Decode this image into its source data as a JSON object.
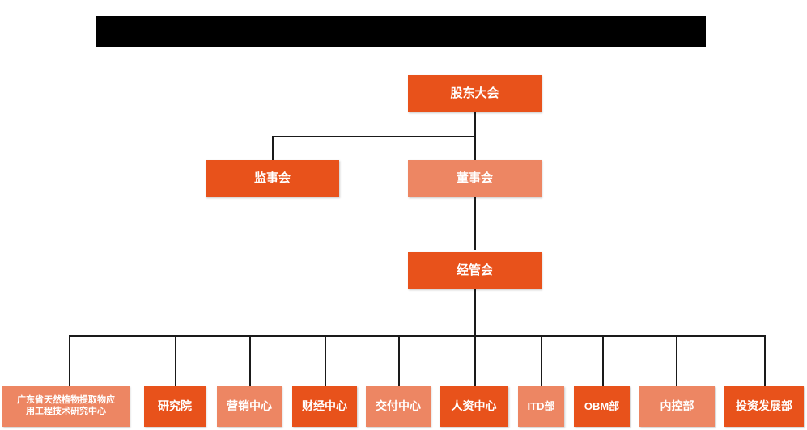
{
  "chart_data": {
    "type": "diagram",
    "diagram_type": "organization-chart",
    "title": "",
    "title_redacted": true,
    "colors": {
      "background": "#FFFFFF",
      "accent_dark_orange": "#E8521B",
      "accent_light_orange": "#ED8663",
      "connector_line": "#1A1A1A",
      "redaction_bar": "#000000",
      "node_text": "#FFFFFF"
    },
    "nodes": [
      {
        "id": "n1",
        "label": "股东大会",
        "level": 1,
        "shade": "dark",
        "parent": null
      },
      {
        "id": "n2",
        "label": "监事会",
        "level": 2,
        "shade": "dark",
        "parent": "n1"
      },
      {
        "id": "n3",
        "label": "董事会",
        "level": 2,
        "shade": "light",
        "parent": "n1"
      },
      {
        "id": "n4",
        "label": "经管会",
        "level": 3,
        "shade": "dark",
        "parent": "n3"
      },
      {
        "id": "n5",
        "label": "广东省天然植物提取物应用工程技术研究中心",
        "level": 4,
        "shade": "light",
        "parent": "n4"
      },
      {
        "id": "n6",
        "label": "研究院",
        "level": 4,
        "shade": "dark",
        "parent": "n4"
      },
      {
        "id": "n7",
        "label": "营销中心",
        "level": 4,
        "shade": "light",
        "parent": "n4"
      },
      {
        "id": "n8",
        "label": "财经中心",
        "level": 4,
        "shade": "dark",
        "parent": "n4"
      },
      {
        "id": "n9",
        "label": "交付中心",
        "level": 4,
        "shade": "light",
        "parent": "n4"
      },
      {
        "id": "n10",
        "label": "人资中心",
        "level": 4,
        "shade": "dark",
        "parent": "n4"
      },
      {
        "id": "n11",
        "label": "ITD部",
        "level": 4,
        "shade": "light",
        "parent": "n4"
      },
      {
        "id": "n12",
        "label": "OBM部",
        "level": 4,
        "shade": "dark",
        "parent": "n4"
      },
      {
        "id": "n13",
        "label": "内控部",
        "level": 4,
        "shade": "light",
        "parent": "n4"
      },
      {
        "id": "n14",
        "label": "投资发展部",
        "level": 4,
        "shade": "dark",
        "parent": "n4"
      }
    ]
  },
  "banner": {
    "text": ""
  },
  "nodes": {
    "shareholders_meeting": "股东大会",
    "board_of_supervisors": "监事会",
    "board_of_directors": "董事会",
    "management_committee": "经管会",
    "research_center_line1": "广东省天然植物提取物应",
    "research_center_line2": "用工程技术研究中心",
    "research_institute": "研究院",
    "marketing_center": "营销中心",
    "finance_center": "财经中心",
    "delivery_center": "交付中心",
    "hr_center": "人资中心",
    "itd_department": "ITD部",
    "obm_department": "OBM部",
    "internal_control_department": "内控部",
    "investment_development_department": "投资发展部"
  }
}
